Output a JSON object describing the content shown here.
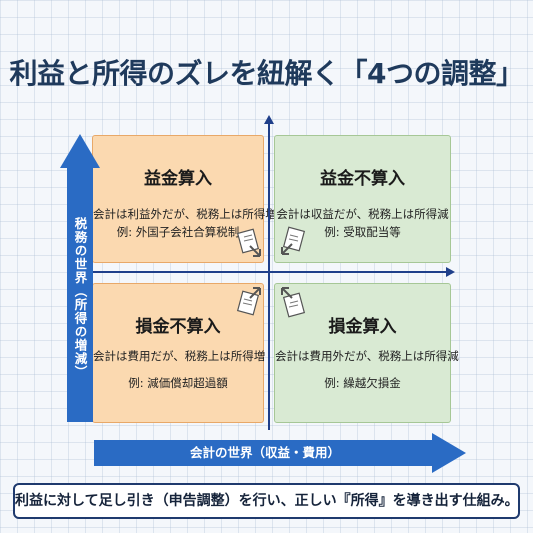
{
  "title": "利益と所得のズレを紐解く「4つの調整」",
  "axes": {
    "x_label": "会計の世界（収益・費用）",
    "y_label": "税務の世界（所得の増減）"
  },
  "quadrants": {
    "top_left": {
      "title": "益金算入",
      "line1": "会計は利益外だが、税務上は所得増",
      "line2": "例: 外国子会社合算税制"
    },
    "top_right": {
      "title": "益金不算入",
      "line1": "会計は収益だが、税務上は所得減",
      "line2": "例: 受取配当等"
    },
    "bottom_left": {
      "title": "損金不算入",
      "line1": "会計は費用だが、税務上は所得増",
      "line2": "例: 減価償却超過額"
    },
    "bottom_right": {
      "title": "損金算入",
      "line1": "会計は費用外だが、税務上は所得減",
      "line2": "例: 繰越欠損金"
    }
  },
  "footer": "利益に対して足し引き（申告調整）を行い、正しい『所得』を導き出す仕組み。",
  "colors": {
    "title": "#1f3a5c",
    "orange_fill": "#fbd9b0",
    "green_fill": "#d9ead3",
    "axis": "#1f3f8a",
    "arrow": "#2a6bc4"
  },
  "icons": [
    "document-arrow-icon"
  ]
}
